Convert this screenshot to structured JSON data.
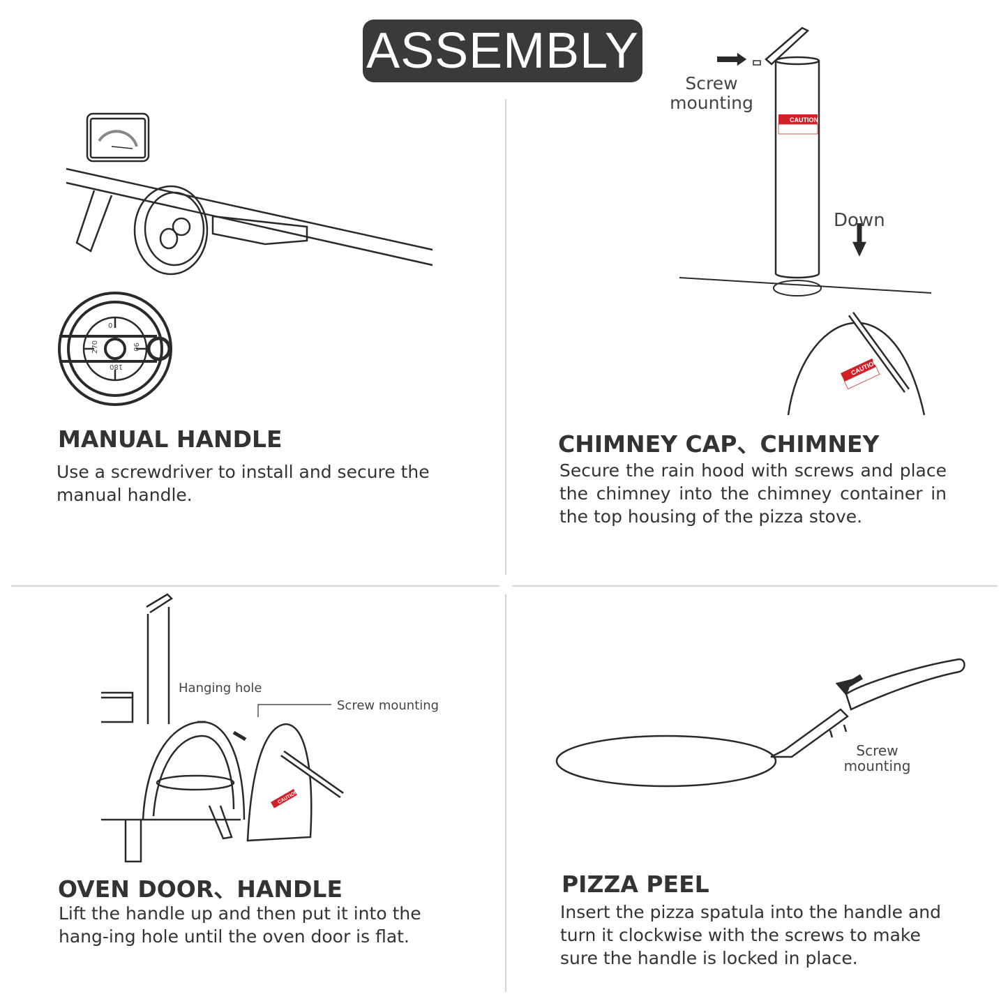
{
  "title": "ASSEMBLY",
  "sections": [
    {
      "heading": "MANUAL HANDLE",
      "text": "Use a screwdriver to install and secure the manual handle.",
      "dial_labels": [
        "0",
        "90",
        "180",
        "270"
      ]
    },
    {
      "heading": "CHIMNEY CAP、CHIMNEY",
      "text": "Secure the rain hood with screws and place the chimney into the chimney container in the top housing of the pizza stove.",
      "labels": {
        "screw": "Screw mounting",
        "down": "Down"
      },
      "sticker": "CAUTION"
    },
    {
      "heading": "OVEN DOOR、HANDLE",
      "text": "Lift the handle up and then put it into the hang-ing hole until the oven door is flat.",
      "labels": {
        "hanging_hole": "Hanging hole",
        "screw": "Screw mounting"
      },
      "sticker": "CAUTION"
    },
    {
      "heading": "PIZZA PEEL",
      "text": "Insert the pizza spatula into the handle and turn it clockwise with the screws to make sure the handle is locked in place.",
      "labels": {
        "screw": "Screw mounting"
      }
    }
  ],
  "colors": {
    "title_bg": "#3a3a3a",
    "caution_red": "#d0212b",
    "divider": "#d4d4d4"
  }
}
